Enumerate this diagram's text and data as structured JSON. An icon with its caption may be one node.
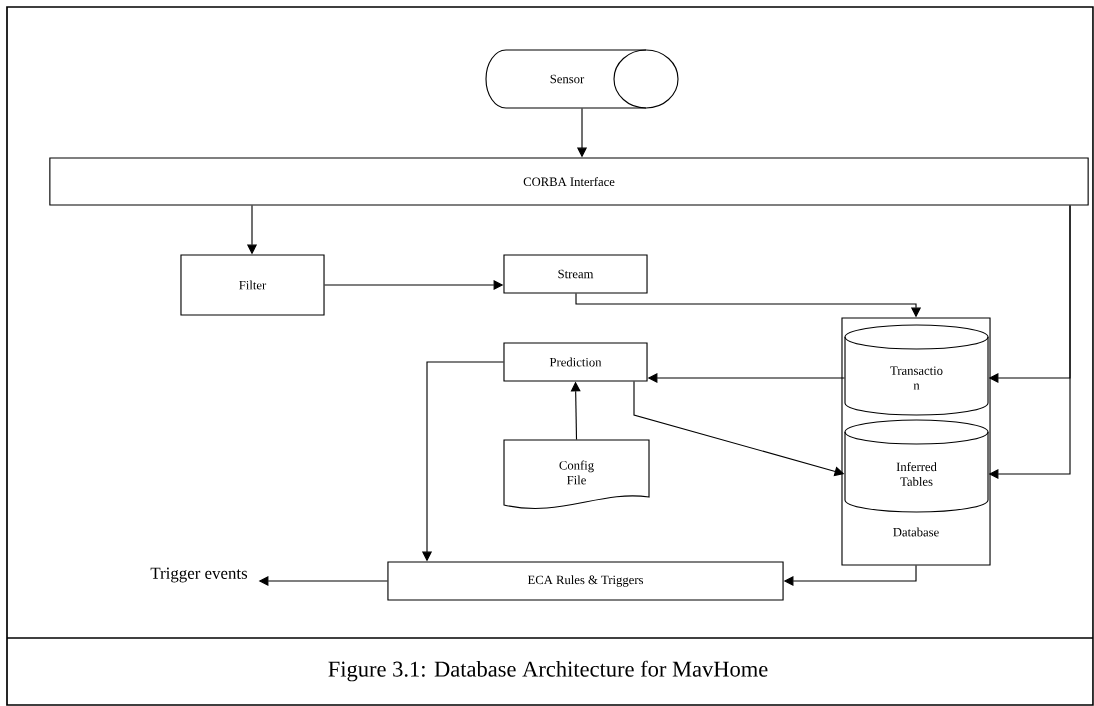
{
  "diagram": {
    "caption": "Figure 3.1:  Database Architecture for MavHome",
    "nodes": [
      {
        "text": [
          "Sensor"
        ]
      },
      {
        "text": [
          "CORBA Interface"
        ]
      },
      {
        "text": [
          "Filter"
        ]
      },
      {
        "text": [
          "Stream"
        ]
      },
      {
        "text": [
          "Database"
        ]
      },
      {
        "text": [
          "Transactio n"
        ],
        "in": 4
      },
      {
        "text": [
          "Inferred Tables"
        ],
        "in": 4
      },
      {
        "text": [
          "Prediction"
        ]
      },
      {
        "text": [
          "Config File"
        ]
      },
      {
        "text": [
          "ECA Rules & Triggers"
        ]
      },
      {
        "text": [
          "Trigger events"
        ]
      }
    ],
    "edges": [
      {
        "from": 0,
        "to": 1,
        "arrow": "to"
      },
      {
        "from": 1,
        "to": 2,
        "arrow": "to"
      },
      {
        "from": 2,
        "to": 3,
        "arrow": "to"
      },
      {
        "from": 3,
        "to": 4,
        "arrow": "to"
      },
      {
        "from": 1,
        "to": 5,
        "arrow": "to"
      },
      {
        "from": 1,
        "to": 6,
        "arrow": "to"
      },
      {
        "from": 5,
        "to": 7,
        "arrow": "to"
      },
      {
        "from": 8,
        "to": 7,
        "arrow": "to"
      },
      {
        "from": 7,
        "to": 6,
        "arrow": "to"
      },
      {
        "from": 7,
        "to": 9,
        "arrow": "to"
      },
      {
        "from": 4,
        "to": 9,
        "arrow": "to"
      },
      {
        "from": 9,
        "to": 10,
        "arrow": "to"
      }
    ]
  }
}
